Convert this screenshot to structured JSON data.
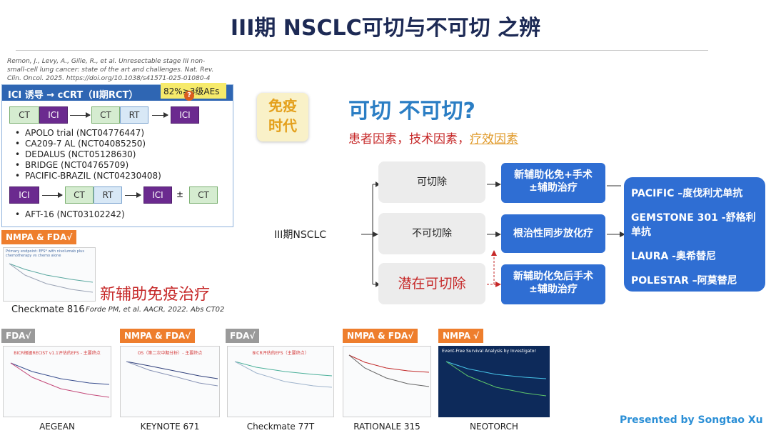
{
  "title": "III期 NSCLC可切与不可切 之辨",
  "citation": "Remon, J., Levy, A., Gille, R., et al. Unresectable stage III non-small-cell lung cancer: state of the art and challenges. Nat. Rev. Clin. Oncol. 2025. https://doi.org/10.1038/s41571-025-01080-4",
  "induction_panel": {
    "header": "ICI 诱导 → cCRT（II期RCT）",
    "row1": {
      "ct": "CT",
      "ici": "ICI",
      "ct2": "CT",
      "rt": "RT",
      "ici2": "ICI"
    },
    "trials": [
      "APOLO trial (NCT04776447)",
      "CA209-7 AL (NCT04085250)",
      "DEDALUS (NCT05128630)",
      "BRIDGE (NCT04765709)",
      "PACIFIC-BRAZIL (NCT04230408)"
    ],
    "ae_badge": "82%≥3级AEs",
    "row2": {
      "ici": "ICI",
      "ct": "CT",
      "rt": "RT",
      "ici2": "ICI",
      "plus": "±",
      "ct3": "CT"
    },
    "trial2": "AFT-16 (NCT03102242)"
  },
  "neoadjuvant": {
    "approval": "NMPA & FDA√",
    "heading": "新辅助免疫治疗",
    "trial_name": "Checkmate 816",
    "trial_ref": "Forde PM, et al.  AACR, 2022. Abs CT02",
    "chart_caption": "Primary endpoint: EFS* with nivolumab plus chemotherapy vs chemo alone"
  },
  "immune_era": "免疫时代",
  "question": "可切  不可切?",
  "factors": {
    "part1": "患者因素，技术因素，",
    "part2": "疗效因素"
  },
  "flow": {
    "root": "III期NSCLC",
    "branches": [
      "可切除",
      "不可切除",
      "潜在可切除"
    ],
    "treatments": [
      "新辅助化免+手术±辅助治疗",
      "根治性同步放化疗",
      "新辅助化免后手术±辅助治疗"
    ],
    "consolidation": [
      "PACIFIC –度伐利尤单抗",
      "GEMSTONE 301 -舒格利单抗",
      "LAURA -奥希替尼",
      "POLESTAR –阿莫替尼"
    ]
  },
  "bottom_trials": [
    {
      "approval": "FDA√",
      "name": "AEGEAN",
      "caption": "BICR根据RECIST v1.1评估的EFS - 主要终点"
    },
    {
      "approval": "NMPA & FDA√",
      "name": "KEYNOTE 671",
      "caption": "OS（第二次中期分析）- 主要终点"
    },
    {
      "approval": "FDA√",
      "name": "Checkmate 77T",
      "caption": "BICR评估的EFS（主要终点）"
    },
    {
      "approval": "NMPA & FDA√",
      "name": "RATIONALE 315",
      "caption": ""
    },
    {
      "approval": "NMPA √",
      "name": "NEOTORCH",
      "caption": "Event-Free Survival Analysis by Investigator"
    }
  ],
  "presenter": "Presented by Songtao Xu",
  "colors": {
    "title": "#1d2a55",
    "accent_blue": "#2f6ed3",
    "ici_purple": "#6b2a8f",
    "approval_orange": "#ee7e2d",
    "highlight_red": "#c62828"
  }
}
